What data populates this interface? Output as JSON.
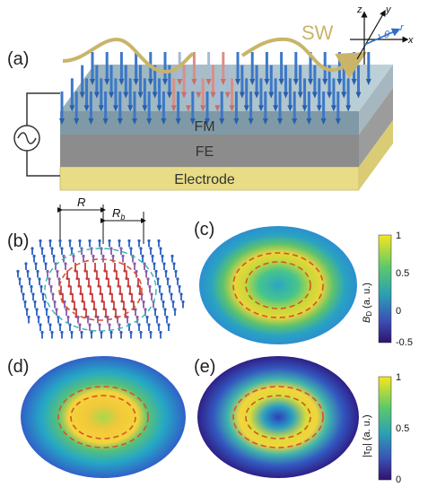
{
  "panels": {
    "a": "(a)",
    "b": "(b)",
    "c": "(c)",
    "d": "(d)",
    "e": "(e)"
  },
  "layers": {
    "fm": "FM",
    "fe": "FE",
    "electrode": "Electrode"
  },
  "sw_label": "SW",
  "axes3d": {
    "z": "z",
    "y": "y",
    "x": "x",
    "theta": "θ",
    "r": "r"
  },
  "radii": {
    "R": "R",
    "Rb_main": "R",
    "Rb_sub": "b"
  },
  "colorbar_top": {
    "label_main": "B",
    "label_sub": "D",
    "label_unit": " (a. u.)",
    "ticks": [
      "1",
      "0.5",
      "0",
      "-0.5"
    ]
  },
  "colorbar_bottom": {
    "label_main": "|τ",
    "label_sub": "D",
    "label_unit": "| (a. u.)",
    "ticks": [
      "1",
      "0.5",
      "0"
    ]
  },
  "colors": {
    "fm_layer": "#7f9aa6",
    "fe_layer": "#8c8c8c",
    "electrode": "#e8dc86",
    "wave": "#c9b46a",
    "spin": "#3c78c8",
    "dash": "#d2552f"
  }
}
